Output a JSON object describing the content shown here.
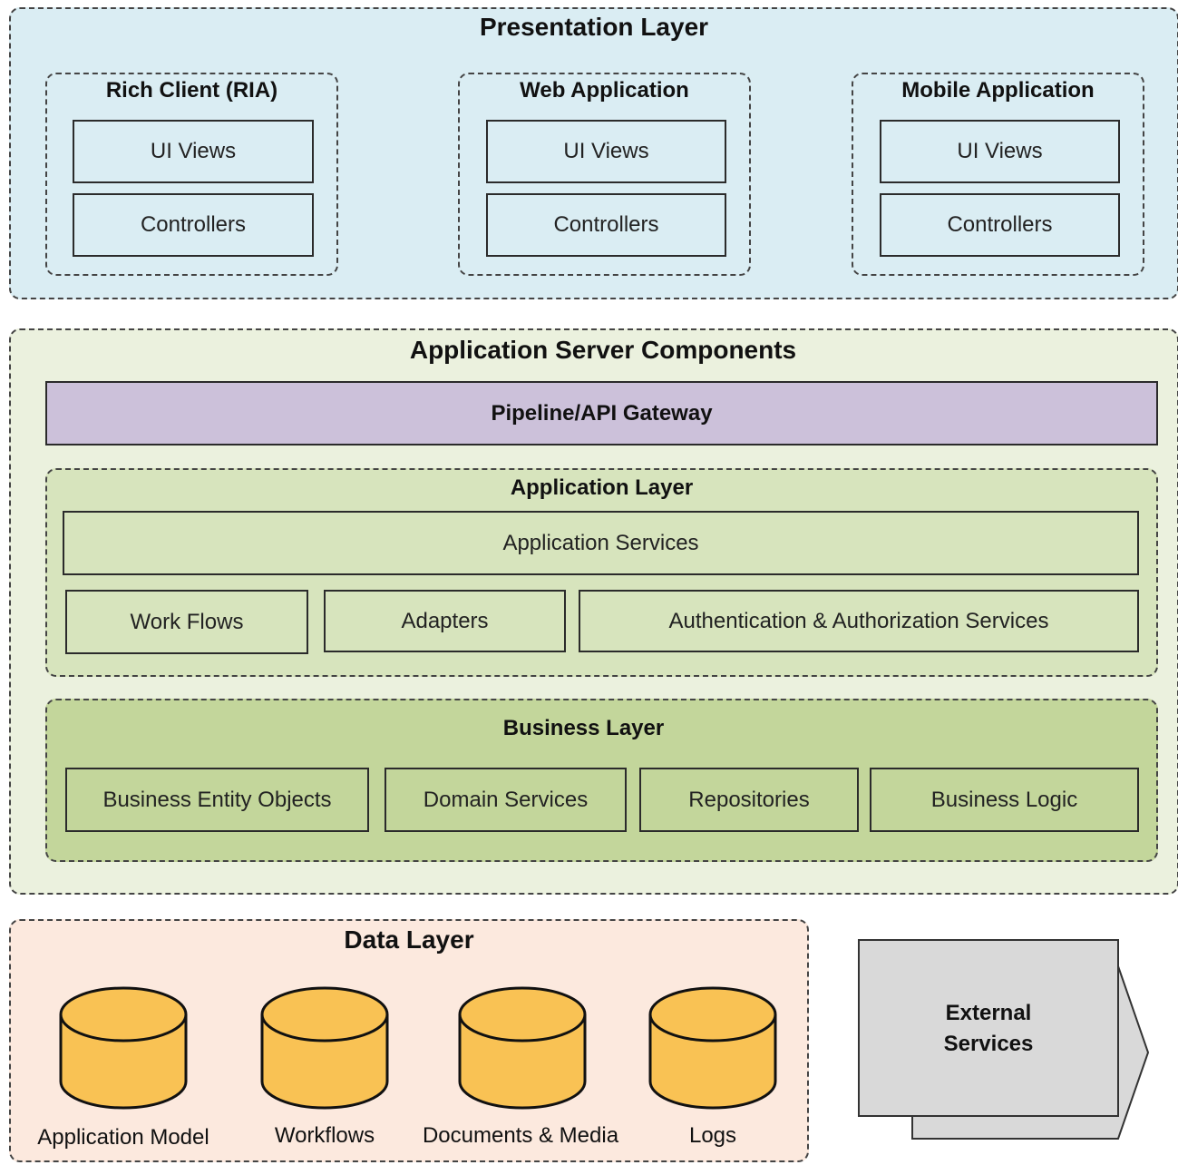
{
  "presentation": {
    "title": "Presentation Layer",
    "groups": [
      {
        "title": "Rich Client (RIA)",
        "items": [
          "UI Views",
          "Controllers"
        ]
      },
      {
        "title": "Web Application",
        "items": [
          "UI Views",
          "Controllers"
        ]
      },
      {
        "title": "Mobile Application",
        "items": [
          "UI Views",
          "Controllers"
        ]
      }
    ]
  },
  "app_server": {
    "title": "Application Server Components",
    "gateway": "Pipeline/API Gateway",
    "application_layer": {
      "title": "Application Layer",
      "services": "Application Services",
      "items": [
        "Work Flows",
        "Adapters",
        "Authentication & Authorization Services"
      ]
    },
    "business_layer": {
      "title": "Business Layer",
      "items": [
        "Business Entity Objects",
        "Domain Services",
        "Repositories",
        "Business Logic"
      ]
    }
  },
  "data_layer": {
    "title": "Data Layer",
    "stores": [
      "Application Model",
      "Workflows",
      "Documents & Media",
      "Logs"
    ]
  },
  "external": {
    "line1": "External",
    "line2": "Services"
  },
  "colors": {
    "presentation_bg": "#daedf3",
    "app_server_bg": "#ebf1de",
    "gateway_bg": "#ccc1da",
    "app_layer_bg": "#d7e4bd",
    "business_bg": "#c3d69b",
    "data_bg": "#fce9de",
    "cylinder_fill": "#f9c254",
    "external_bg": "#d9d9d9"
  }
}
